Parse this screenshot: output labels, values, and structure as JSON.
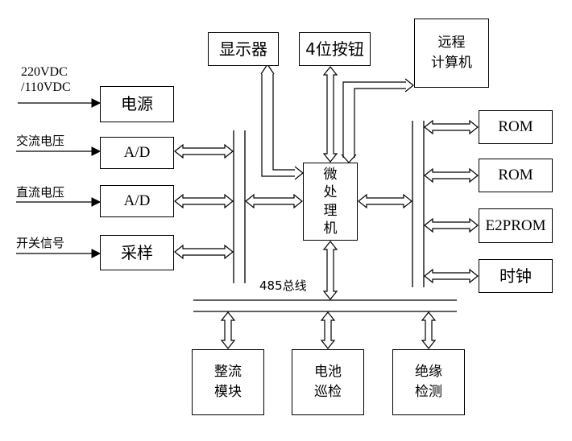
{
  "inputs": {
    "power_voltage": "220VDC\n/110VDC",
    "ac_voltage": "交流电压",
    "dc_voltage": "直流电压",
    "switch_signal": "开关信号"
  },
  "blocks": {
    "power": "电源",
    "ad_ac": "A/D",
    "ad_dc": "A/D",
    "sampling": "采样",
    "display": "显示器",
    "buttons": "4位按钮",
    "remote_computer": "远程\n计算机",
    "microprocessor": "微\n处\n理\n机",
    "rom1": "ROM",
    "rom2": "ROM",
    "e2prom": "E2PROM",
    "clock": "时钟",
    "rectifier": "整流\n模块",
    "battery": "电池\n巡检",
    "insulation": "绝缘\n检测"
  },
  "bus_label": "485总线"
}
